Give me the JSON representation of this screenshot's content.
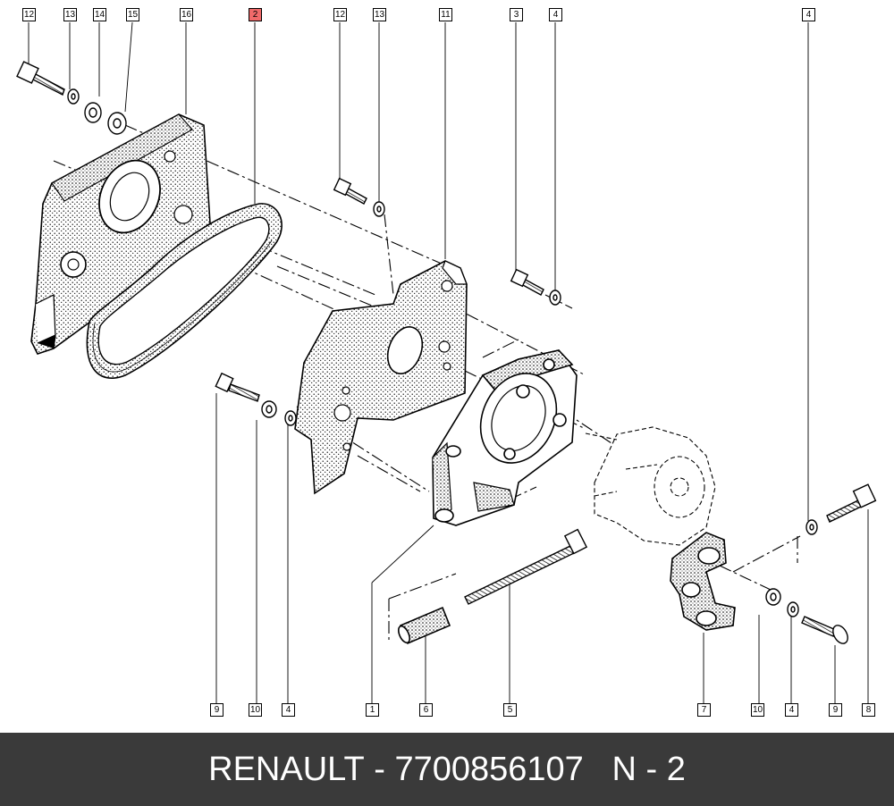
{
  "callouts": [
    {
      "label": "12",
      "highlight": false
    },
    {
      "label": "13",
      "highlight": false
    },
    {
      "label": "14",
      "highlight": false
    },
    {
      "label": "15",
      "highlight": false
    },
    {
      "label": "16",
      "highlight": false
    },
    {
      "label": "2",
      "highlight": true
    },
    {
      "label": "12",
      "highlight": false
    },
    {
      "label": "13",
      "highlight": false
    },
    {
      "label": "11",
      "highlight": false
    },
    {
      "label": "3",
      "highlight": false
    },
    {
      "label": "4",
      "highlight": false
    },
    {
      "label": "4",
      "highlight": false
    },
    {
      "label": "9",
      "highlight": false
    },
    {
      "label": "10",
      "highlight": false
    },
    {
      "label": "4",
      "highlight": false
    },
    {
      "label": "1",
      "highlight": false
    },
    {
      "label": "6",
      "highlight": false
    },
    {
      "label": "5",
      "highlight": false
    },
    {
      "label": "7",
      "highlight": false
    },
    {
      "label": "10",
      "highlight": false
    },
    {
      "label": "4",
      "highlight": false
    },
    {
      "label": "9",
      "highlight": false
    },
    {
      "label": "8",
      "highlight": false
    }
  ],
  "colors": {
    "highlight": "#f06a6a",
    "footer_bg": "#3a3a3a",
    "footer_text": "#ffffff"
  },
  "footer": {
    "brand": "RENAULT",
    "sep1": " - ",
    "part_number": "7700856107",
    "gap": "   ",
    "ref": "N - 2"
  }
}
